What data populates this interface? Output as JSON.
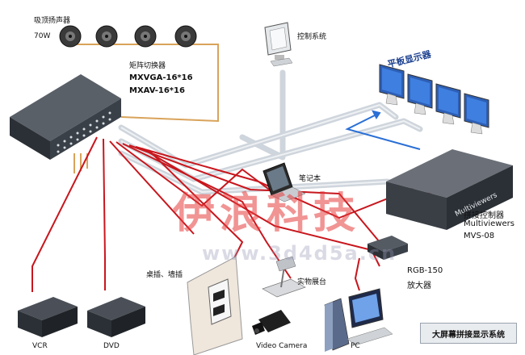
{
  "labels": {
    "speakers": "吸顶扬声器",
    "speaker_power": "70W",
    "matrix_name": "矩阵切换器",
    "matrix_model_1": "MXVGA-16*16",
    "matrix_model_2": "MXAV-16*16",
    "control_system": "控制系统",
    "flat_display": "平板显示器",
    "laptop": "笔记本",
    "splicer_name": "拼接控制器",
    "splicer_model_1": "Multiviewers",
    "splicer_model_2": "MVS-08",
    "splicer_front": "Multiviewers",
    "amp_model": "RGB-150",
    "amp_name": "放大器",
    "wall_socket": "桌插、墙插",
    "visualizer": "实物展台",
    "vcr": "VCR",
    "dvd": "DVD",
    "video_camera": "Video Camera",
    "pc": "PC",
    "caption": "大屏幕拼接显示系统"
  },
  "watermark": {
    "main": "伊浪科技",
    "url": "www.3d4d5a.cn"
  },
  "colors": {
    "signal_red": "#c8161d",
    "signal_blue": "#2a6fd6",
    "speaker_orange": "#d9a35a",
    "cable_gray": "#c9cfd6",
    "device_dark": "#2b3036"
  }
}
